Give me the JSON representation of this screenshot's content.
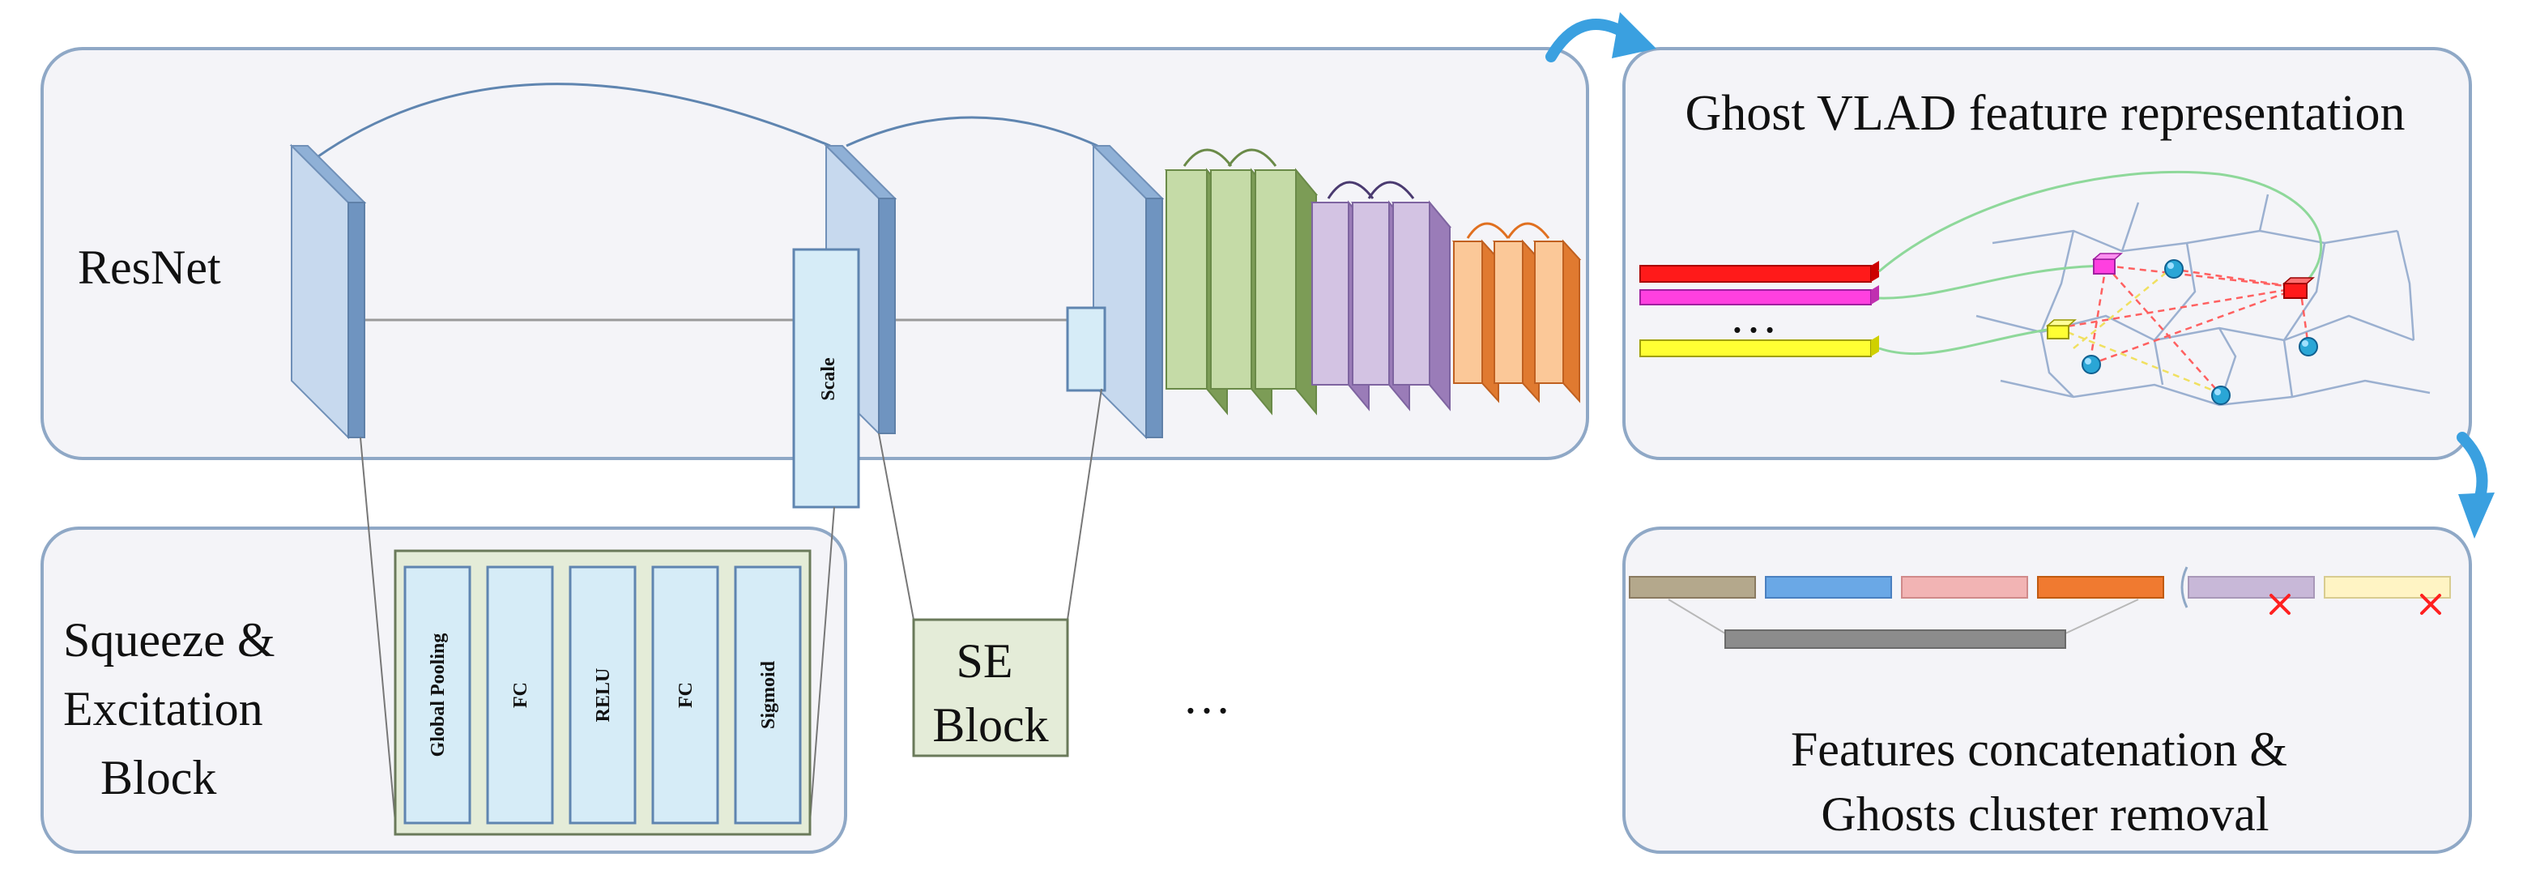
{
  "resnet_panel": {
    "label": "ResNet"
  },
  "se_panel": {
    "title_lines": [
      "Squeeze &",
      "Excitation",
      "Block"
    ],
    "layers": [
      "Global Pooling",
      "FC",
      "RELU",
      "FC",
      "Sigmoid"
    ]
  },
  "scale_label": "Scale",
  "se_block": {
    "lines": [
      "SE",
      "Block"
    ]
  },
  "ellipsis_main": "…",
  "ghost_panel": {
    "title": "Ghost VLAD feature representation",
    "ellipsis": "…"
  },
  "concat_panel": {
    "lines": [
      "Features concatenation &",
      "Ghosts cluster removal"
    ]
  },
  "colors": {
    "panel_border": "#8fa8c6",
    "panel_fill": "#f4f4f8",
    "layer_blue": "#a8c4e0",
    "layer_green": "#b5cf94",
    "layer_purple": "#c4aed6",
    "layer_orange": "#f5a86a",
    "se_layer_fill": "#d6ecf7",
    "se_frame_fill": "#e4ecd8",
    "arrow_blue": "#3aa0e0",
    "feature_red": "#ff1a1a",
    "feature_magenta": "#ff40e0",
    "feature_yellow": "#ffff33",
    "concat_segments": [
      "#b4a88c",
      "#6aa8e6",
      "#f2b4b4",
      "#f07a30",
      "#c8b8d8",
      "#fff4c4"
    ],
    "concat_bar": "#8c8c8c"
  }
}
